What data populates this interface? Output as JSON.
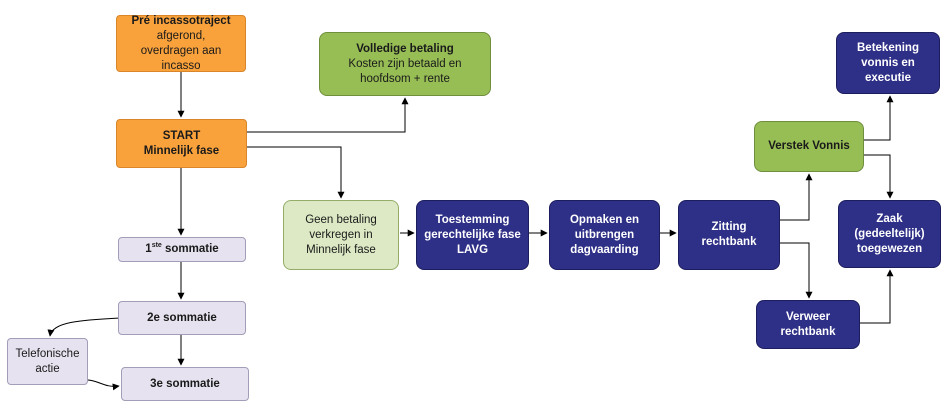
{
  "nodes": {
    "pre_incasso": {
      "title": "Pré incassotraject",
      "text": "afgerond, overdragen aan incasso"
    },
    "start": {
      "title": "START",
      "subtitle": "Minnelijk fase"
    },
    "volledige_betaling": {
      "title": "Volledige betaling",
      "text": "Kosten zijn betaald en hoofdsom + rente"
    },
    "geen_betaling": {
      "text": "Geen betaling verkregen in Minnelijk fase"
    },
    "toestemming": {
      "text": "Toestemming gerechtelijke fase",
      "bold": "LAVG"
    },
    "opmaken": {
      "text": "Opmaken en uitbrengen dagvaarding"
    },
    "zitting": {
      "text": "Zitting rechtbank"
    },
    "verstek": {
      "text": "Verstek Vonnis"
    },
    "betekening": {
      "text": "Betekening vonnis en executie"
    },
    "zaak": {
      "text": "Zaak (gedeeltelijk) toegewezen"
    },
    "verweer": {
      "text": "Verweer rechtbank"
    },
    "sommatie1": {
      "number": "1",
      "sup": "ste",
      "text": "sommatie"
    },
    "sommatie2": {
      "text": "2e sommatie"
    },
    "sommatie3": {
      "text": "3e sommatie"
    },
    "telefonisch": {
      "text": "Telefonische actie"
    }
  },
  "colors": {
    "orange": "#f9a23c",
    "green": "#97bd55",
    "light_green": "#dce9c4",
    "navy": "#2e2f86",
    "lilac": "#e6e2ef",
    "arrow": "#000000"
  }
}
